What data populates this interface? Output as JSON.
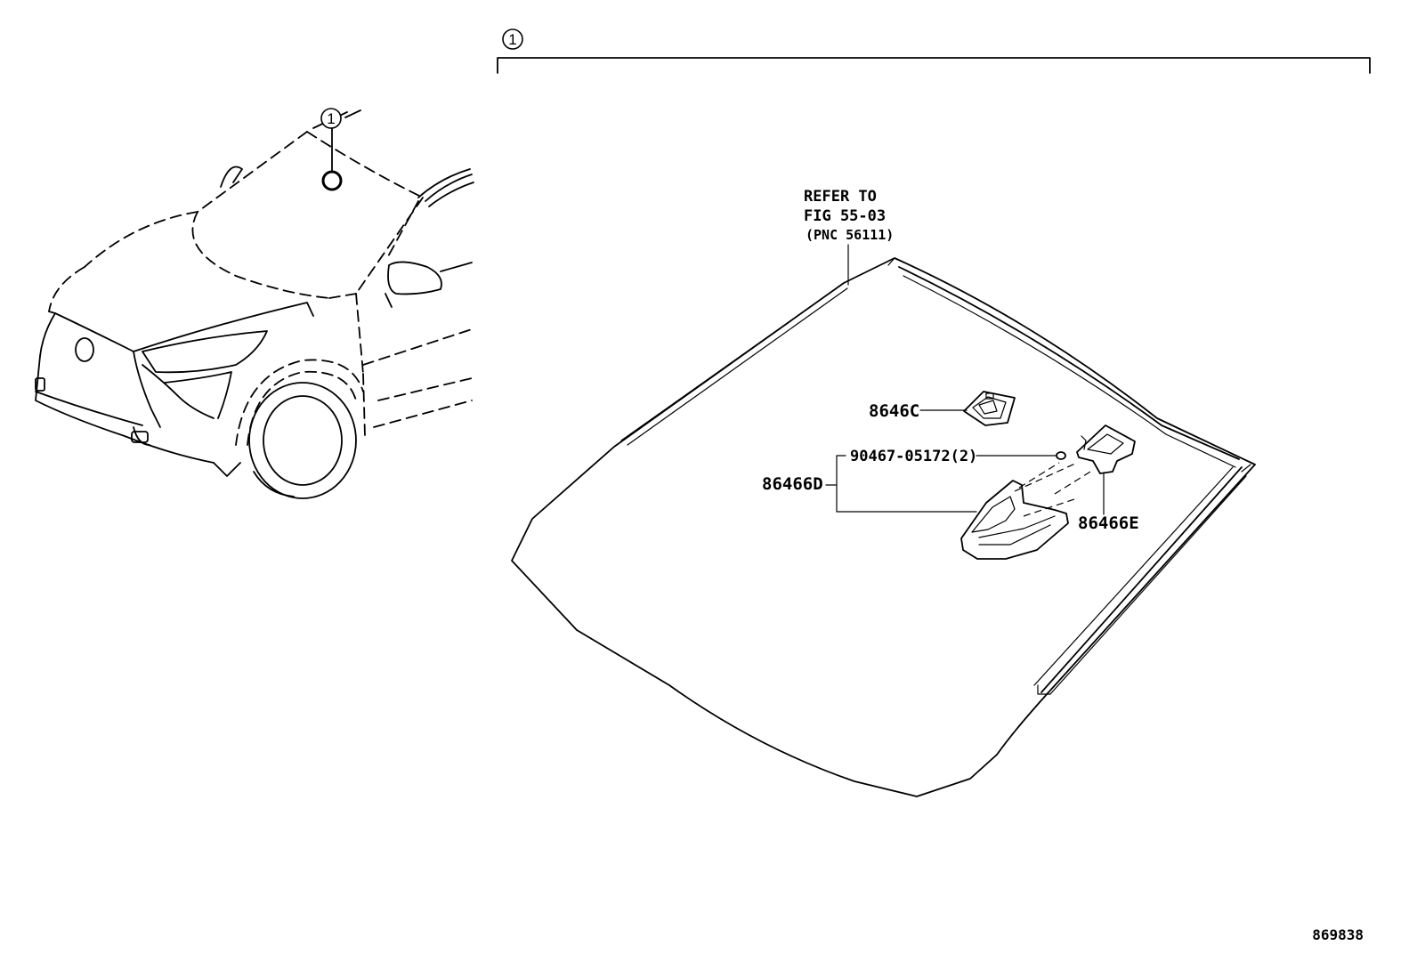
{
  "callout_number": "1",
  "refer": {
    "line1": "REFER TO",
    "line2": "FIG 55-03",
    "line3": "(PNC 56111)"
  },
  "parts": {
    "p86646c": "8646C",
    "p90467": "90467-05172(2)",
    "p86466d": "86466D",
    "p86466e": "86466E"
  },
  "figure_number": "869838"
}
